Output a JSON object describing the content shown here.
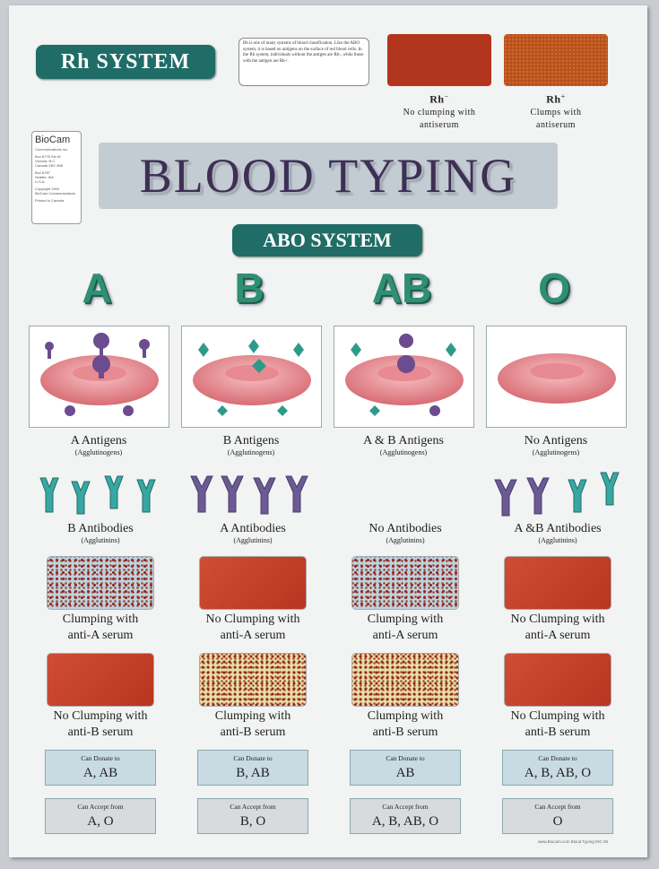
{
  "rh": {
    "title": "Rh SYSTEM",
    "description": "Rh is one of many systems of blood classification. Like the ABO system, it is based on antigens on the surface of red blood cells. In the Rh system, individuals without the antigen are Rh-, while those with the antigen are Rh+.",
    "neg_label": "Rh",
    "neg_sup": "−",
    "neg_line1": "No clumping with",
    "neg_line2": "antiserum",
    "pos_label": "Rh",
    "pos_sup": "+",
    "pos_line1": "Clumps with",
    "pos_line2": "antiserum",
    "neg_color": "#b2361e",
    "pos_color": "#b8501e"
  },
  "biocam": {
    "logo": "BioCam",
    "line1": "Communications Inc.",
    "line2": "Box 8778 Stn M",
    "line3": "Victoria, B.C.",
    "line4": "Canada V8V 4N8",
    "line5": "Box 8787",
    "line6": "Seattle, WA",
    "line7": "U.S.A.",
    "line8": "Copyright 1994",
    "line9": "BioCam Communications",
    "line10": "Printed in Canada"
  },
  "title": "BLOOD TYPING",
  "abo_title": "ABO SYSTEM",
  "columns": [
    {
      "type": "A",
      "antigens": "A Antigens",
      "antibodies": "B Antibodies",
      "test_a": "Clumping with anti-A serum",
      "test_a_1": "Clumping with",
      "test_a_2": "anti-A serum",
      "test_b_1": "No Clumping with",
      "test_b_2": "anti-B serum",
      "donate": "A, AB",
      "accept": "A, O"
    },
    {
      "type": "B",
      "antigens": "B Antigens",
      "antibodies": "A Antibodies",
      "test_a_1": "No Clumping with",
      "test_a_2": "anti-A serum",
      "test_b_1": "Clumping with",
      "test_b_2": "anti-B serum",
      "donate": "B, AB",
      "accept": "B, O"
    },
    {
      "type": "AB",
      "antigens": "A & B Antigens",
      "antibodies": "No Antibodies",
      "test_a_1": "Clumping with",
      "test_a_2": "anti-A serum",
      "test_b_1": "Clumping with",
      "test_b_2": "anti-B serum",
      "donate": "AB",
      "accept": "A, B, AB, O"
    },
    {
      "type": "O",
      "antigens": "No Antigens",
      "antibodies": "A &B Antibodies",
      "test_a_1": "No Clumping with",
      "test_a_2": "anti-A serum",
      "test_b_1": "No Clumping with",
      "test_b_2": "anti-B serum",
      "donate": "A, B, AB, O",
      "accept": "O"
    }
  ],
  "agglutinogens": "(Agglutinogens)",
  "agglutinins": "(Agglutinins)",
  "can_donate": "Can Donate to",
  "can_accept": "Can Accept  from",
  "footer": "www.Biocam.com     Blood Typing  INC 06",
  "colors": {
    "teal": "#1f6d66",
    "letter_green": "#2f8f72",
    "cell_pink": "#e98c92",
    "antigen_a": "#6b4c8f",
    "antigen_b": "#2f9a8b"
  }
}
